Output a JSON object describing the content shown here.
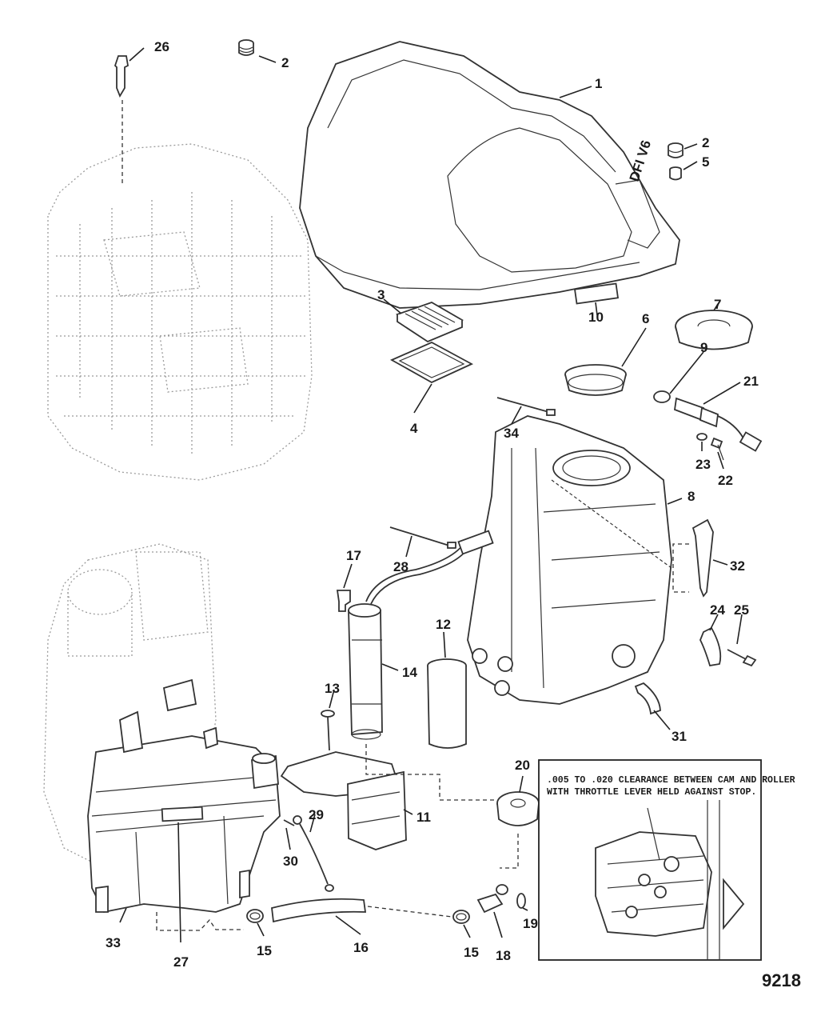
{
  "figure_number": "9218",
  "cover_logo_text": "DFI V6",
  "inset_note": ".005 TO .020 CLEARANCE BETWEEN CAM AND ROLLER WITH THROTTLE LEVER HELD AGAINST STOP.",
  "callouts": {
    "c1": "1",
    "c2a": "2",
    "c2b": "2",
    "c3": "3",
    "c4": "4",
    "c5": "5",
    "c6": "6",
    "c7": "7",
    "c8": "8",
    "c9": "9",
    "c10": "10",
    "c11": "11",
    "c12": "12",
    "c13": "13",
    "c14": "14",
    "c15a": "15",
    "c15b": "15",
    "c16": "16",
    "c17": "17",
    "c18": "18",
    "c19": "19",
    "c20": "20",
    "c21": "21",
    "c22": "22",
    "c23": "23",
    "c24": "24",
    "c25": "25",
    "c26": "26",
    "c27": "27",
    "c28": "28",
    "c29": "29",
    "c30": "30",
    "c31": "31",
    "c32": "32",
    "c33": "33",
    "c34": "34"
  }
}
